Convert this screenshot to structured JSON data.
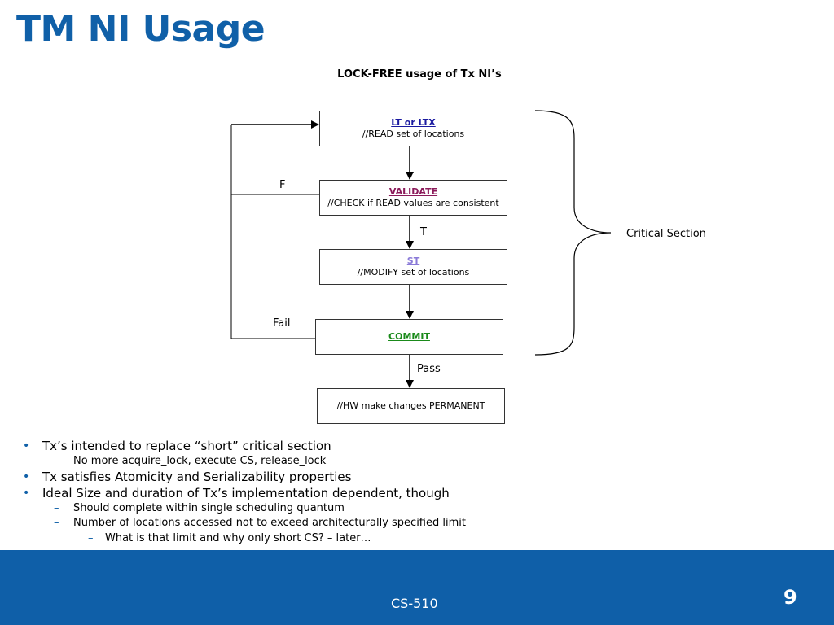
{
  "slide": {
    "title": "TM NI Usage",
    "subtitle": "LOCK-FREE usage of Tx NI’s"
  },
  "flow": {
    "boxes": [
      {
        "keyword": "LT or LTX",
        "keyword_color": "#1a1aa0",
        "text": "//READ set of locations"
      },
      {
        "keyword": "VALIDATE",
        "keyword_color": "#8b1a5a",
        "text": "//CHECK if READ values are consistent"
      },
      {
        "keyword": "ST",
        "keyword_color": "#8a7ad8",
        "text": "//MODIFY set of locations"
      },
      {
        "keyword": "COMMIT",
        "keyword_color": "#1a8a1a",
        "text": ""
      },
      {
        "keyword": "",
        "keyword_color": "#000000",
        "text": "//HW make changes PERMANENT"
      }
    ],
    "labels": {
      "f": "F",
      "t": "T",
      "fail": "Fail",
      "pass": "Pass",
      "critical_section": "Critical Section"
    }
  },
  "bullets": [
    {
      "level": 1,
      "text": "Tx’s intended to replace “short” critical section"
    },
    {
      "level": 2,
      "text": "No more acquire_lock, execute CS, release_lock"
    },
    {
      "level": 1,
      "text": "Tx satisfies Atomicity and Serializability properties"
    },
    {
      "level": 1,
      "text": "Ideal Size and duration of Tx’s implementation dependent, though"
    },
    {
      "level": 2,
      "text": "Should complete within single scheduling quantum"
    },
    {
      "level": 2,
      "text": "Number of locations accessed not to exceed architecturally specified limit"
    },
    {
      "level": 3,
      "text": "What is that limit and why only short CS? – later…"
    }
  ],
  "footer": {
    "course": "CS-510",
    "page": "9"
  },
  "colors": {
    "brand_blue": "#1060a8",
    "footer_blue": "#0f5fa8"
  }
}
